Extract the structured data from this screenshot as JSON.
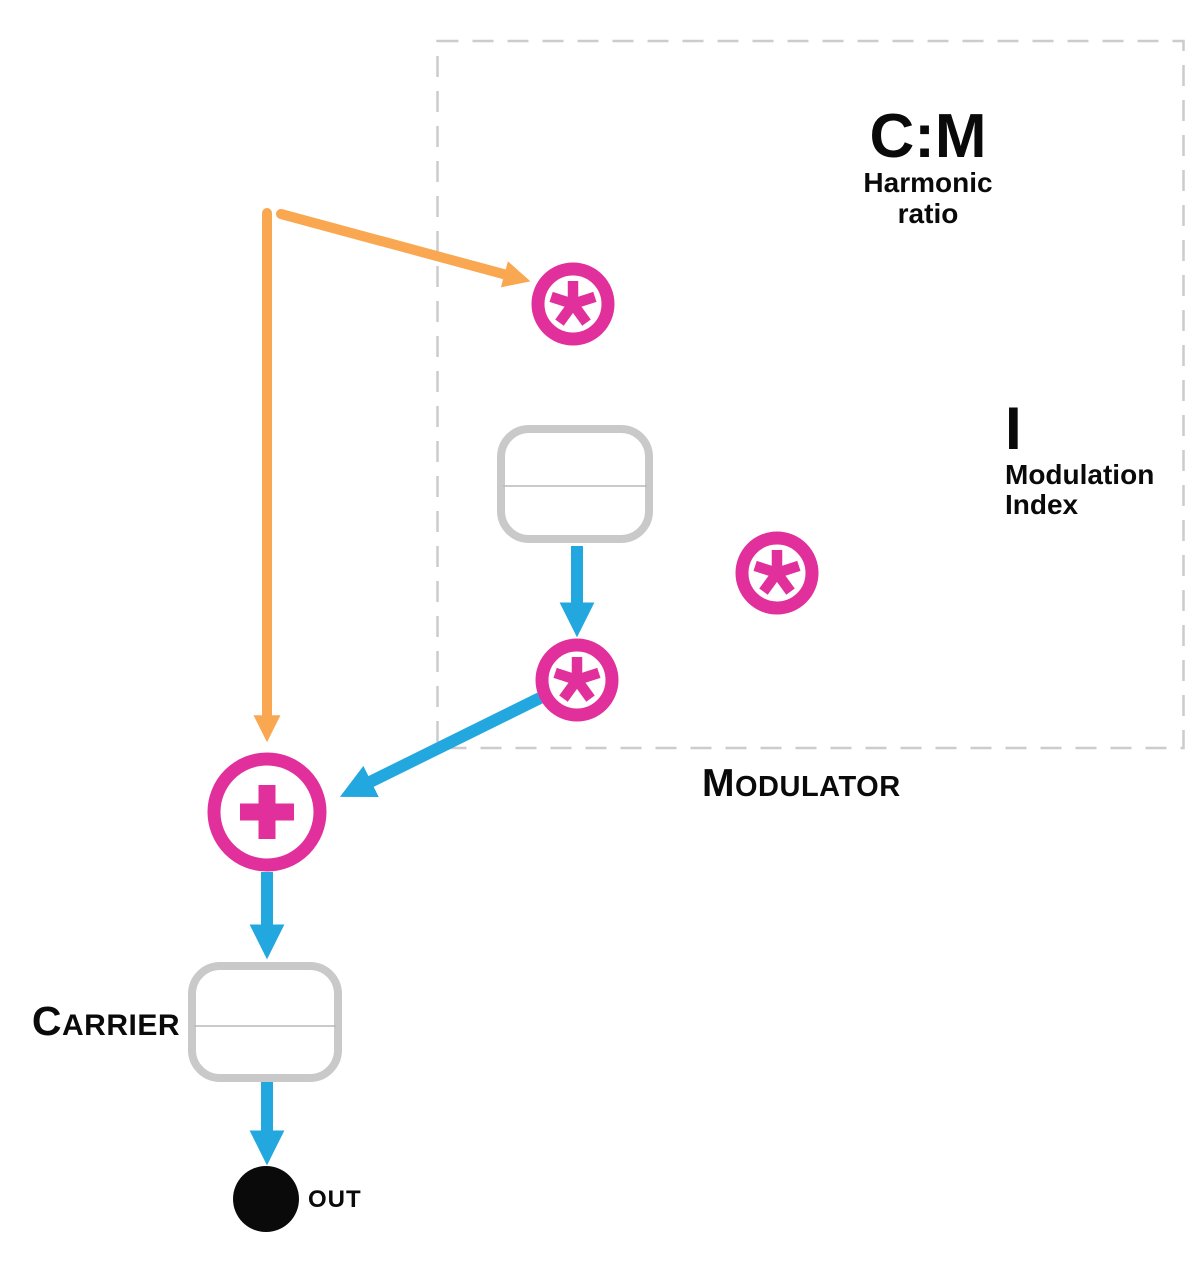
{
  "harmonic": {
    "title": "C:M",
    "sub1": "Harmonic",
    "sub2": "ratio"
  },
  "index": {
    "symbol": "I",
    "sub1": "Modulation",
    "sub2": "Index"
  },
  "labels": {
    "modulator": "Modulator",
    "carrier": "Carrier",
    "out": "OUT"
  },
  "symbols": {
    "multiply": "*",
    "add": "+"
  },
  "colors": {
    "pink": "#e1309c",
    "blue": "#22a7df",
    "orange": "#f9a751",
    "box_gray": "#c9c9c9",
    "divider_gray": "#b9b9b9",
    "dash_gray": "#cccccc",
    "black": "#0a0a0a"
  }
}
